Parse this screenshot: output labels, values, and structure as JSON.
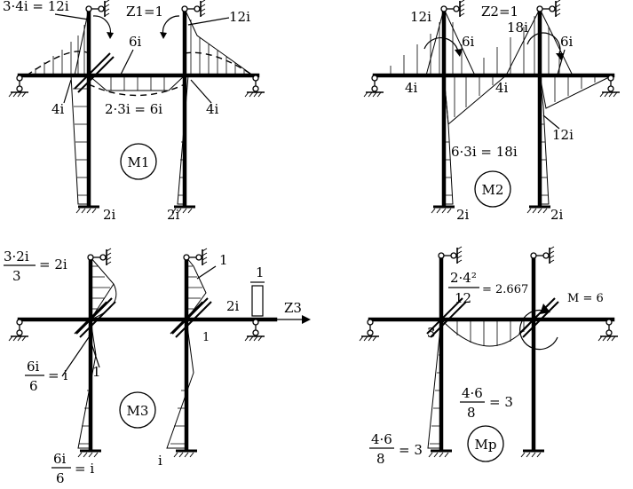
{
  "panels": {
    "m1": {
      "name": "M1",
      "labels": {
        "top_left": "3·4i = 12i",
        "z": "Z1=1",
        "top_right": "12i",
        "six_i": "6i",
        "left_4i": "4i",
        "mid": "2·3i = 6i",
        "right_4i": "4i",
        "base_left": "2i",
        "base_right": "2i"
      }
    },
    "m2": {
      "name": "M2",
      "labels": {
        "top_left": "12i",
        "z": "Z2=1",
        "six_i_left": "6i",
        "eighteen_i": "18i",
        "six_i_right": "6i",
        "left_4i": "4i",
        "mid_4i": "4i",
        "col_left": "6·3i = 18i",
        "col_right": "12i",
        "base_left": "2i",
        "base_right": "2i"
      }
    },
    "m3": {
      "name": "M3",
      "labels": {
        "top_num": "3·2i",
        "top_den": "3",
        "top_eq": "= 2i",
        "one_top": "1",
        "one_right": "1",
        "two_i": "2i",
        "z": "Z3",
        "mid_num": "6i",
        "mid_den": "6",
        "mid_eq": "= i",
        "one_left": "1",
        "one_mid": "1",
        "bot_num": "6i",
        "bot_den": "6",
        "bot_eq": "= i",
        "base_right": "i"
      }
    },
    "mp": {
      "name": "Mp",
      "labels": {
        "top_num": "2·4²",
        "top_den": "12",
        "top_eq": "= 2.667",
        "moment": "M = 6",
        "three": "3",
        "mid_num": "4·6",
        "mid_den": "8",
        "mid_eq": "= 3",
        "bot_num": "4·6",
        "bot_den": "8",
        "bot_eq": "= 3"
      }
    }
  }
}
